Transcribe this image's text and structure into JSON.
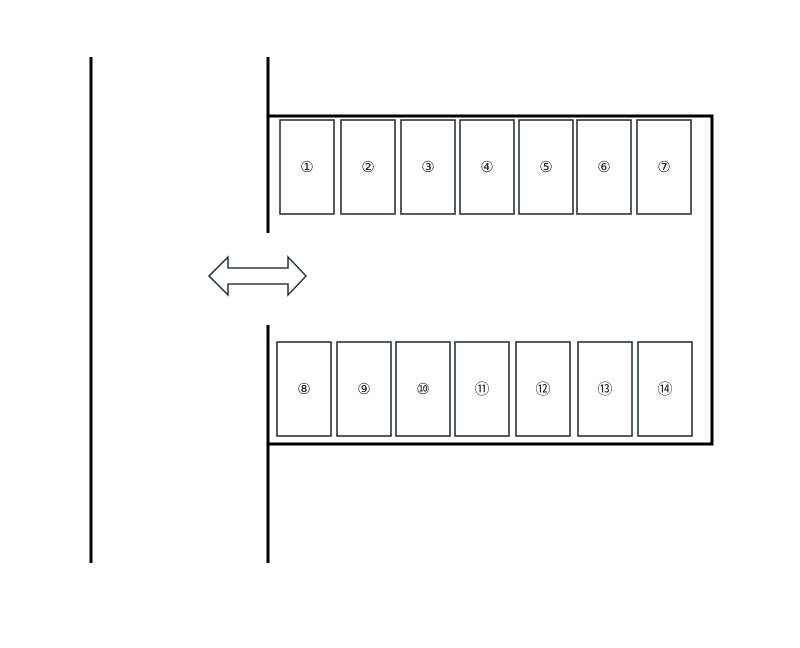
{
  "diagram": {
    "title_visible": false,
    "colors": {
      "line": "#000000",
      "stall": "#2b3440",
      "arrow": "#2f3d4f"
    },
    "entrance_arrow": {
      "icon": "double-arrow-icon"
    },
    "top_row": [
      "①",
      "②",
      "③",
      "④",
      "⑤",
      "⑥",
      "⑦"
    ],
    "bottom_row": [
      "⑧",
      "⑨",
      "⑩",
      "⑪",
      "⑫",
      "⑬",
      "⑭"
    ]
  }
}
